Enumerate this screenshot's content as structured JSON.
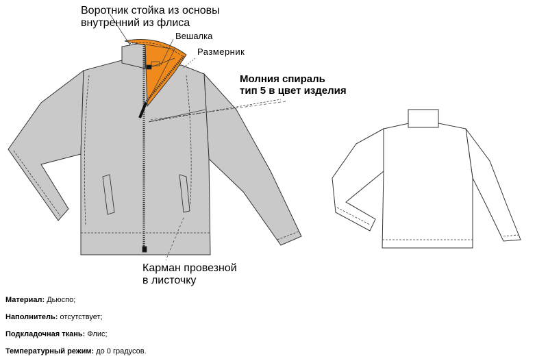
{
  "colors": {
    "jacket": "#c9c9c9",
    "collar_lining": "#f08a1c",
    "outline": "#333333"
  },
  "labels": {
    "collar_line1": "Воротник стойка из основы",
    "collar_line2": "внутренний из флиса",
    "hanger": "Вешалка",
    "size_tag": "Размерник",
    "zipper_line1": "Молния спираль",
    "zipper_line2": "тип 5 в цвет изделия",
    "pocket_line1": "Карман провезной",
    "pocket_line2": "в листочку"
  },
  "specs": [
    {
      "key": "Материал:",
      "value": " Дьюспо;"
    },
    {
      "key": "Наполнитель:",
      "value": " отсутствует;"
    },
    {
      "key": "Подкладочная ткань:",
      "value": " Флис;"
    },
    {
      "key": "Температурный режим:",
      "value": " до 0 градусов."
    }
  ]
}
